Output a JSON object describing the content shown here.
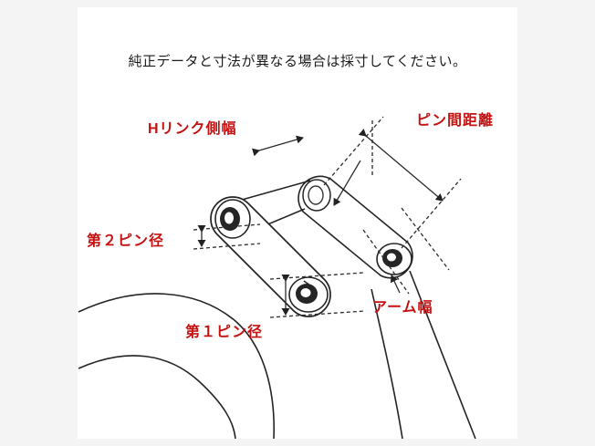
{
  "page": {
    "background": "#f4f4f4",
    "canvas_background": "#ffffff"
  },
  "instruction": {
    "text": "純正データと寸法が異なる場合は採寸してください。"
  },
  "labels": {
    "h_link_side_width": "Hリンク側幅",
    "pin_to_pin_distance": "ピン間距離",
    "pin2_diameter": "第２ピン径",
    "arm_width": "アーム幅",
    "pin1_diameter": "第１ピン径"
  },
  "colors": {
    "label_red": "#c41212",
    "line_black": "#222222"
  }
}
